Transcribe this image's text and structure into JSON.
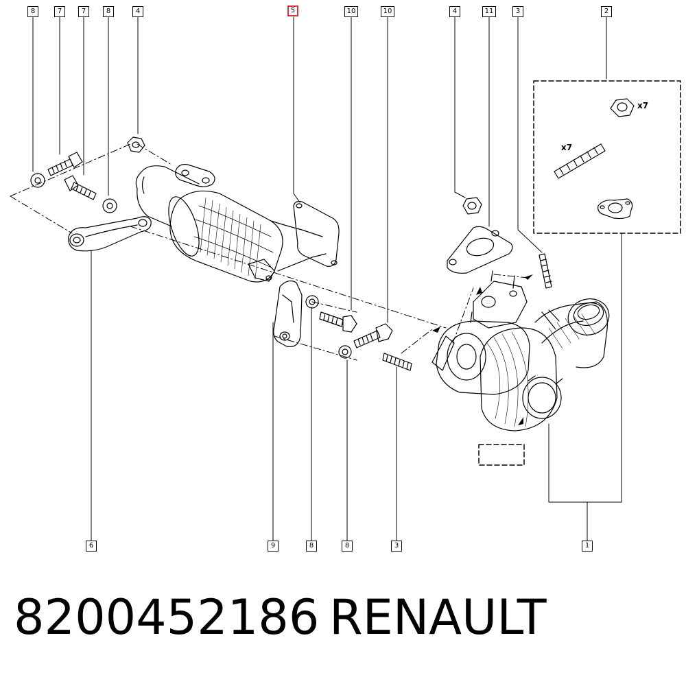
{
  "callouts": {
    "c8_a": "8",
    "c7_a": "7",
    "c7_b": "7",
    "c8_b": "8",
    "c4_a": "4",
    "c5": "5",
    "c10_a": "10",
    "c10_b": "10",
    "c4_b": "4",
    "c11": "11",
    "c3_a": "3",
    "c2": "2",
    "c6": "6",
    "c9": "9",
    "c8_c": "8",
    "c8_d": "8",
    "c3_b": "3",
    "c1": "1"
  },
  "kit": {
    "nut_qty": "x7",
    "stud_qty": "x7"
  },
  "caption": {
    "part_number": "8200452186",
    "brand": "RENAULT"
  },
  "colors": {
    "line": "#000000",
    "highlight": "#e0303a",
    "background": "#ffffff"
  }
}
